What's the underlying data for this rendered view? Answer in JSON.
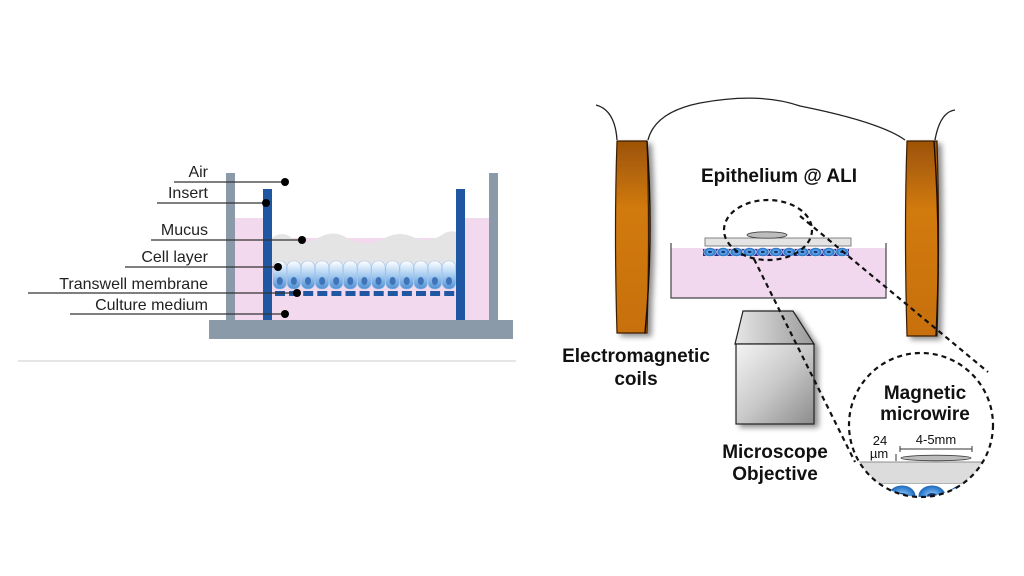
{
  "left_diagram": {
    "title": "Transwell culture setup",
    "labels": [
      {
        "key": "air",
        "text": "Air"
      },
      {
        "key": "insert",
        "text": "Insert"
      },
      {
        "key": "mucus",
        "text": "Mucus"
      },
      {
        "key": "cell_layer",
        "text": "Cell layer"
      },
      {
        "key": "transwell_membrane",
        "text": "Transwell membrane"
      },
      {
        "key": "culture_medium",
        "text": "Culture medium"
      }
    ],
    "colors": {
      "well": "#8a9aa8",
      "insert": "#1f57a3",
      "medium": "#f3d9ee",
      "mucus": "#e4e4e4",
      "cells": "#7fb2e6"
    }
  },
  "right_diagram": {
    "epithelium_label": "Epithelium @ ALI",
    "coils_label_line1": "Electromagnetic",
    "coils_label_line2": "coils",
    "objective_label_line1": "Microscope",
    "objective_label_line2": "Objective",
    "inset_title_line1": "Magnetic",
    "inset_title_line2": "microwire",
    "inset_thickness_value": "24",
    "inset_thickness_unit": "µm",
    "inset_length": "4-5mm",
    "colors": {
      "coil": "#c96f07",
      "medium": "#f1d8ee",
      "cells": "#3b86cf",
      "objective": "#c8c8c8"
    }
  }
}
